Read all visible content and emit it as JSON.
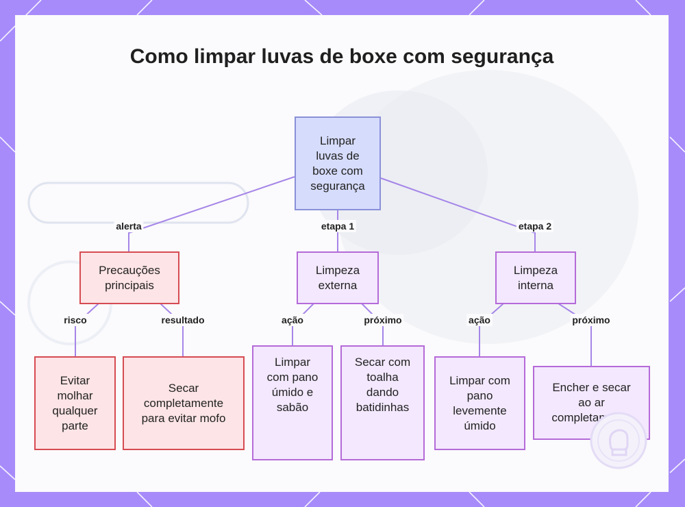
{
  "title": "Como limpar luvas de boxe com segurança",
  "colors": {
    "frame": "#a78bfa",
    "root_fill": "#d6dcfb",
    "root_border": "#8a90d8",
    "purple_fill": "#f3e8fd",
    "purple_border": "#b46ad8",
    "red_fill": "#fde4e6",
    "red_border": "#d54b52",
    "edge": "#a585e8"
  },
  "nodes": {
    "root": "Limpar luvas de boxe com segurança",
    "precautions": "Precauções principais",
    "external": "Limpeza externa",
    "internal": "Limpeza interna",
    "avoid_wet": "Evitar molhar qualquer parte",
    "dry_mold": "Secar completamente para evitar mofo",
    "cloth_soap": "Limpar com pano úmido e sabão",
    "towel": "Secar com toalha dando batidinhas",
    "cloth_damp": "Limpar com pano levemente úmido",
    "fill_air": "Encher e secar ao ar completamente"
  },
  "edge_labels": {
    "alerta": "alerta",
    "etapa1": "etapa 1",
    "etapa2": "etapa 2",
    "risco": "risco",
    "resultado": "resultado",
    "acao1": "ação",
    "proximo1": "próximo",
    "acao2": "ação",
    "proximo2": "próximo"
  },
  "icons": [
    "boxing-glove-badge-icon"
  ]
}
